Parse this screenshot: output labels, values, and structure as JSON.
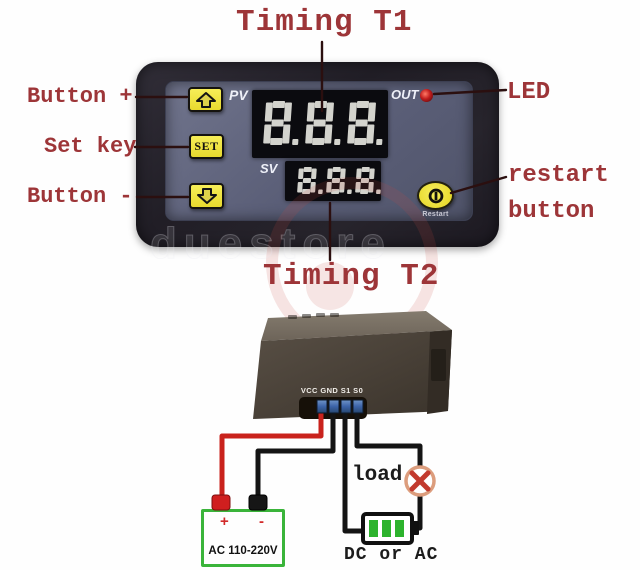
{
  "colors": {
    "annotation_red": "#9d3538",
    "leader_line": "#2b0f0f",
    "wire_red": "#c9221c",
    "wire_black": "#141414",
    "button_yellow": "#f0e53c",
    "led_red": "#c11d1d",
    "segment_gray": "#d3d3cd",
    "battery_green": "#2db32d",
    "box_green": "#3ab43a",
    "cross_red": "#c23a2e",
    "cross_ring": "#dc9d7d",
    "module_brown": "#4b4239"
  },
  "annotations": {
    "timing_t1": "Timing T1",
    "timing_t2": "Timing T2",
    "button_plus": "Button +",
    "set_key": "Set key",
    "button_minus": "Button -",
    "led": "LED",
    "restart_line1": "restart",
    "restart_line2": "button"
  },
  "device": {
    "pv_label": "PV",
    "sv_label": "SV",
    "out_label": "OUT",
    "set_button_label": "SET",
    "restart_button_label": "Restart",
    "pv_display": "8.8.8.",
    "sv_display": "8.8.8."
  },
  "wiring": {
    "terminal_labels": "VCC GND S1 S0",
    "load_label": "load",
    "load_type_label": "DC or AC",
    "power_source": {
      "plus": "+",
      "minus": "-",
      "label": "AC 110-220V"
    }
  },
  "watermark": {
    "text": "duestore"
  }
}
